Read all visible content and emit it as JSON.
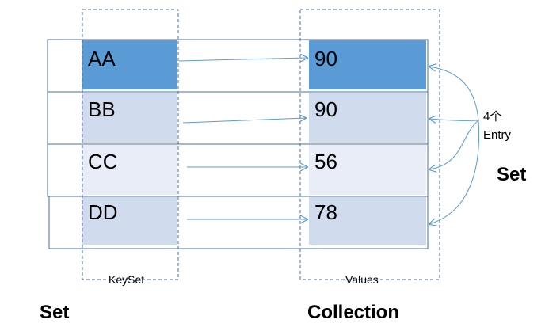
{
  "colors": {
    "row_border": "#4a6fa5",
    "dashed_border": "#4a6fa5",
    "arrow": "#5b9bd5",
    "cell_highlight": "#5b9bd5",
    "cell_light": "#d0dcee",
    "cell_lighter": "#e8edf7",
    "text": "#000000"
  },
  "keyset": {
    "label": "KeySet",
    "keys": [
      "AA",
      "BB",
      "CC",
      "DD"
    ]
  },
  "values_column": {
    "label": "Values",
    "values": [
      "90",
      "90",
      "56",
      "78"
    ]
  },
  "entry_note": {
    "count": "4个",
    "word": "Entry"
  },
  "labels": {
    "right_set": "Set",
    "bottom_left_set": "Set",
    "bottom_collection": "Collection"
  }
}
